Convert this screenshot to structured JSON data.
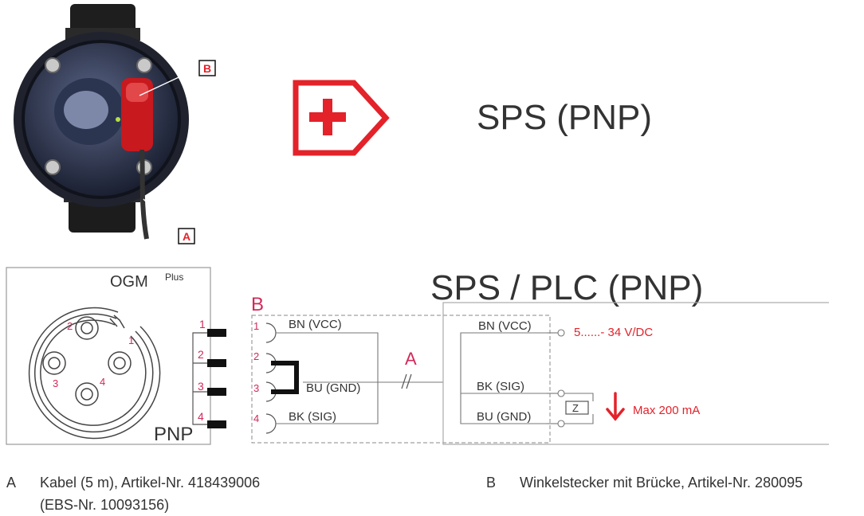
{
  "photo": {
    "callout_b": "B",
    "callout_a": "A"
  },
  "top_symbol": {
    "label": "SPS (PNP)",
    "colors": {
      "accent": "#e3222a"
    }
  },
  "diagram": {
    "device_name": "OGM",
    "device_sup": "Plus",
    "device_type": "PNP",
    "plc_title": "SPS / PLC (PNP)",
    "connector_label": "B",
    "cable_label": "A",
    "pins_face": [
      "2",
      "1",
      "3",
      "4"
    ],
    "pins_left": [
      "1",
      "2",
      "3",
      "4"
    ],
    "pins_inner": [
      "1",
      "2",
      "3",
      "4"
    ],
    "wires": [
      "BN (VCC)",
      "BU (GND)",
      "BK (SIG)"
    ],
    "plc_wires": [
      "BN (VCC)",
      "BK (SIG)",
      "BU (GND)"
    ],
    "supply": "5......- 34 V/DC",
    "load": "Z",
    "max_current": "Max 200 mA"
  },
  "legend": [
    {
      "key": "A",
      "lines": [
        "Kabel (5 m), Artikel-Nr. 418439006",
        "(EBS-Nr. 10093156)"
      ]
    },
    {
      "key": "B",
      "lines": [
        "Winkelstecker mit Brücke, Artikel-Nr. 280095"
      ]
    }
  ]
}
